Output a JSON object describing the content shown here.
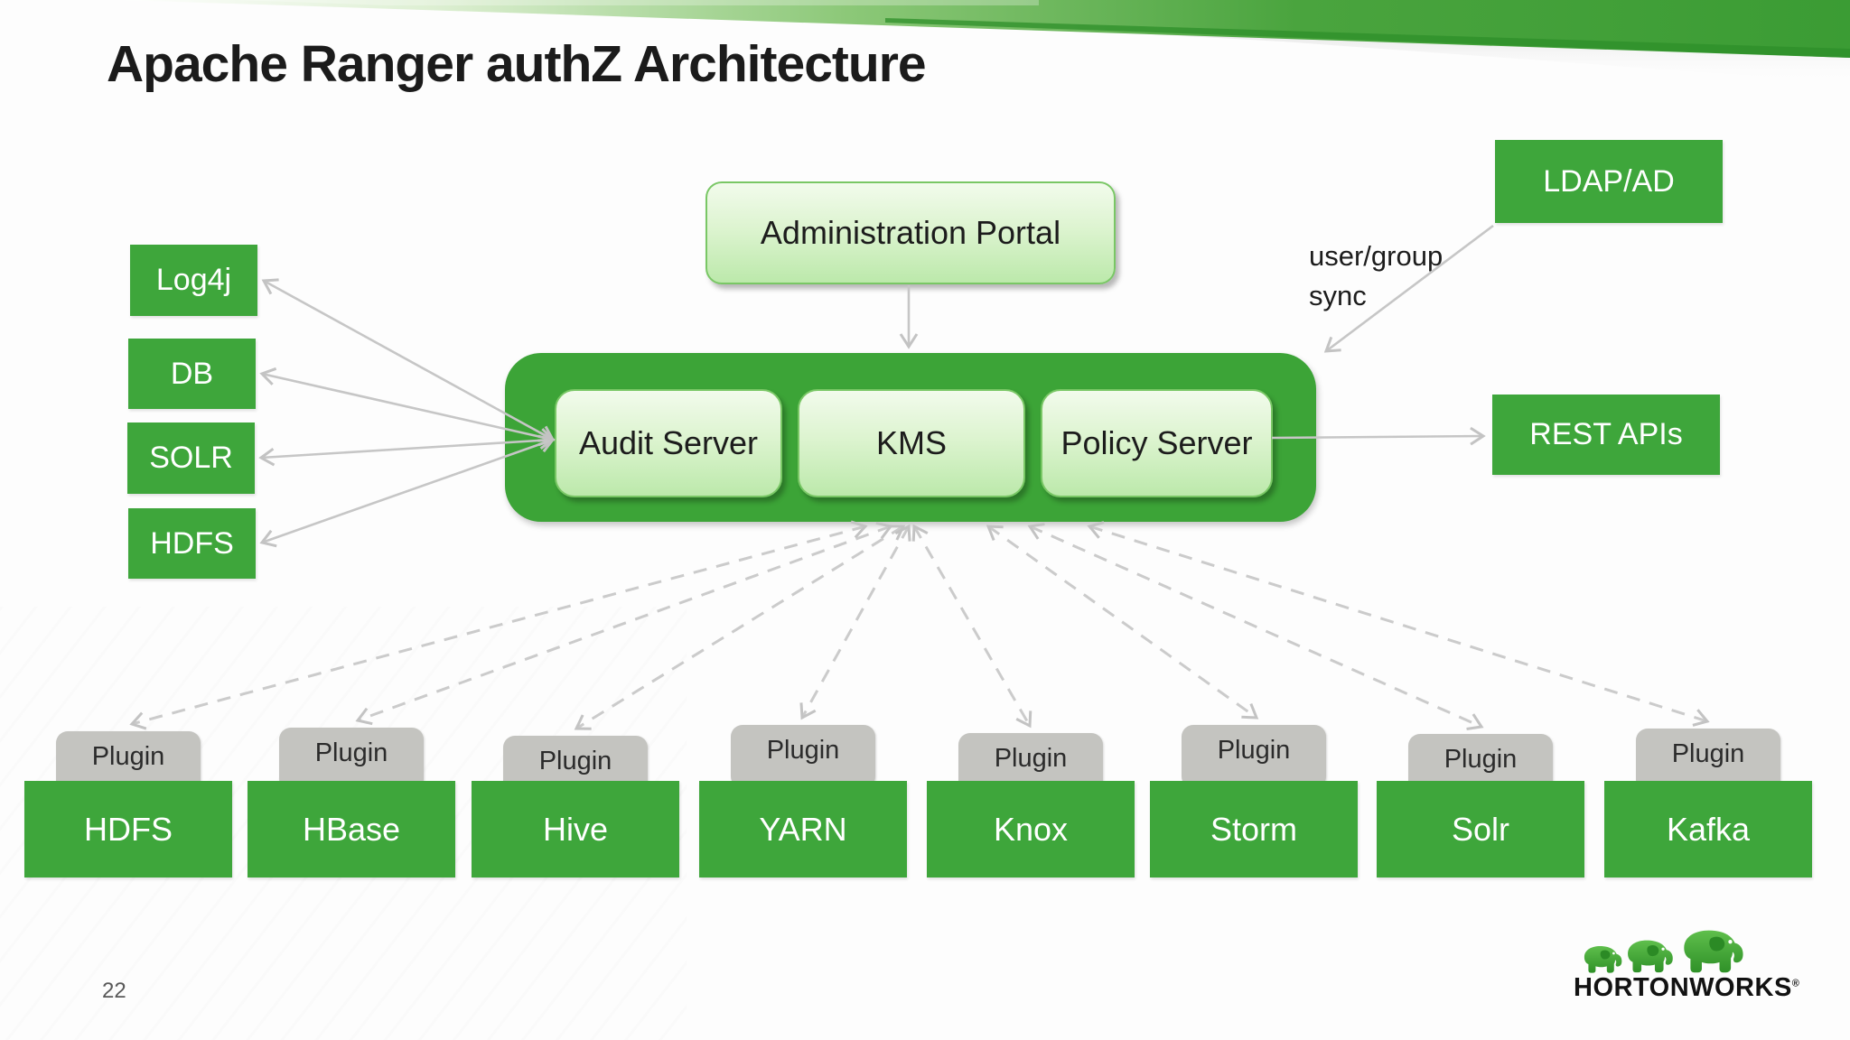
{
  "slide": {
    "title": "Apache Ranger authZ Architecture",
    "page_number": "22",
    "brand": "HORTONWORKS",
    "brand_mark": "®"
  },
  "diagram": {
    "admin_portal_label": "Administration Portal",
    "core_services": [
      "Audit Server",
      "KMS",
      "Policy Server"
    ],
    "audit_destinations": [
      "Log4j",
      "DB",
      "SOLR",
      "HDFS"
    ],
    "ldap_label": "LDAP/AD",
    "rest_label": "REST APIs",
    "sync_lines": [
      "user/group",
      "sync"
    ],
    "plugins": {
      "tab_label": "Plugin",
      "services": [
        "HDFS",
        "HBase",
        "Hive",
        "YARN",
        "Knox",
        "Storm",
        "Solr",
        "Kafka"
      ]
    },
    "colors": {
      "solid_green": "#3EA63B",
      "container_green": "#3CA437",
      "light_box_top": "#F2FBEC",
      "light_box_bottom": "#BCE9AB",
      "tab_gray": "#C4C4C0",
      "arrow_gray": "#C5C5C5"
    }
  }
}
